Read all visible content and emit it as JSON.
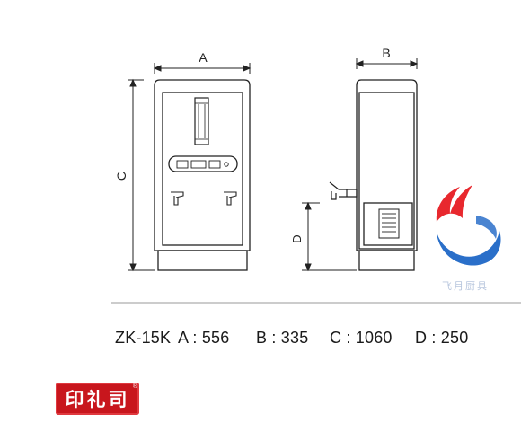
{
  "labels": {
    "a": "A",
    "b": "B",
    "c": "C",
    "d": "D"
  },
  "specs": {
    "model": "ZK-15K",
    "a": "A : 556",
    "b": "B : 335",
    "c": "C : 1060",
    "d": "D : 250"
  },
  "watermark": {
    "text": "飞月厨具",
    "colors": {
      "red": "#e8282e",
      "blue": "#2a6fc9"
    }
  },
  "stamp": {
    "text": "印礼司",
    "color": "#c8161d"
  }
}
